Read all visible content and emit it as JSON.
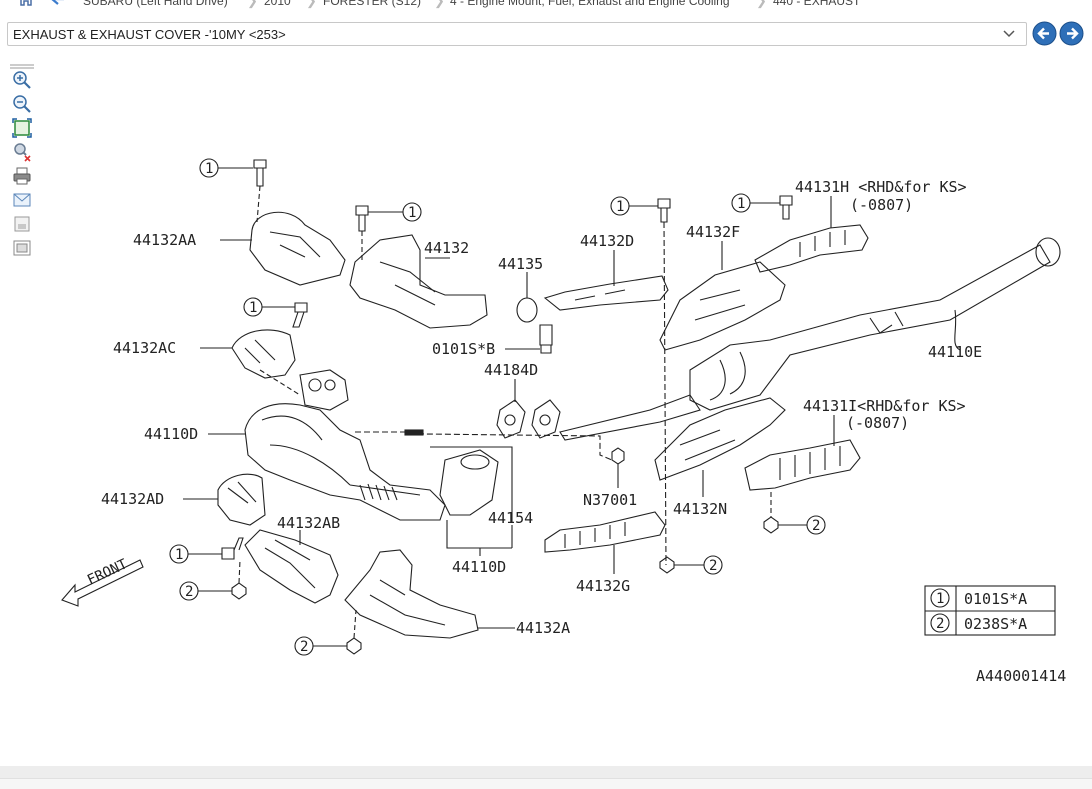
{
  "breadcrumb": {
    "items": [
      "SUBARU (Left Hand Drive)",
      "2010",
      "FORESTER (S12)",
      "4 - Engine Mount, Fuel, Exhaust and Engine Cooling",
      "440 - EXHAUST"
    ],
    "home_icon": "home-icon",
    "back_icon": "back-arrow-icon"
  },
  "selector": {
    "value": "EXHAUST & EXHAUST COVER -'10MY <253>"
  },
  "nav": {
    "prev_icon": "arrow-left-circle-icon",
    "next_icon": "arrow-right-circle-icon",
    "color": "#2e6fb8"
  },
  "toolbar": {
    "tools": [
      "zoom-in-icon",
      "zoom-out-icon",
      "fit-page-icon",
      "reset-zoom-icon",
      "print-icon",
      "email-icon",
      "save-image-icon",
      "fullscreen-icon"
    ]
  },
  "diagram": {
    "parts": {
      "p44132AA": "44132AA",
      "p44132": "44132",
      "p44135": "44135",
      "p44132D": "44132D",
      "p44132F": "44132F",
      "p44131H": "44131H <RHD&for KS>",
      "p44131H_note": "(-0807)",
      "p0101SB": "0101S*B",
      "p44132AC": "44132AC",
      "p44184D": "44184D",
      "p44110E": "44110E",
      "p44110D_a": "44110D",
      "p44131I": "44131I<RHD&for KS>",
      "p44131I_note": "(-0807)",
      "pN37001": "N37001",
      "p44132AD": "44132AD",
      "p44154": "44154",
      "p44132N": "44132N",
      "p44132AB": "44132AB",
      "p44110D_b": "44110D",
      "p44132G": "44132G",
      "p44132A": "44132A",
      "front": "FRONT"
    },
    "callouts": {
      "one": "1",
      "two": "2"
    },
    "legend": [
      {
        "key": "1",
        "part": "0101S*A"
      },
      {
        "key": "2",
        "part": "0238S*A"
      }
    ],
    "figure_id": "A440001414"
  }
}
